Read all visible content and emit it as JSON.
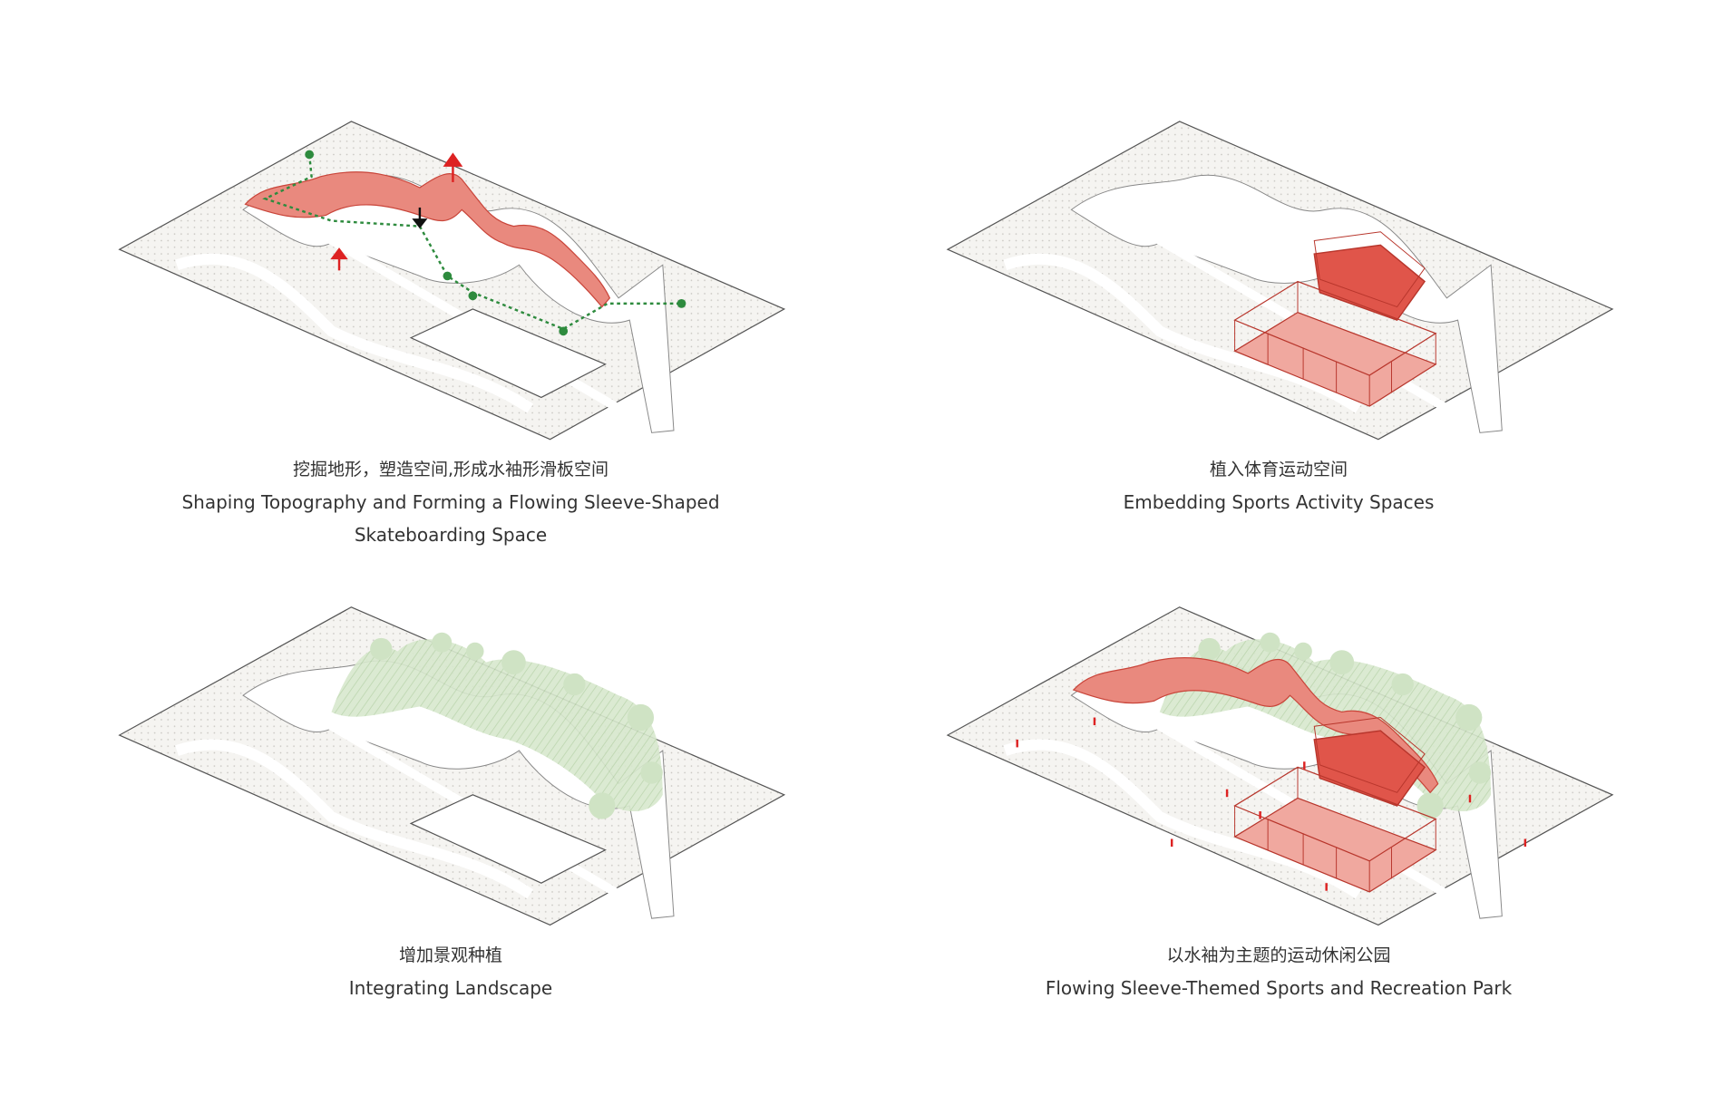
{
  "colors": {
    "accent_red": "#e0554a",
    "light_red": "#f2c4bd",
    "green_path": "#2e8b3e",
    "vegetation": "#cfe3c4",
    "ground": "#f4f2ee",
    "outline": "#555555"
  },
  "panels": [
    {
      "id": "topography",
      "caption_zh": "挖掘地形，塑造空间,形成水袖形滑板空间",
      "caption_en": "Shaping Topography and Forming a Flowing Sleeve-Shaped",
      "caption_en_2": "Skateboarding Space"
    },
    {
      "id": "sports",
      "caption_zh": "植入体育运动空间",
      "caption_en": "Embedding Sports Activity Spaces"
    },
    {
      "id": "landscape",
      "caption_zh": "增加景观种植",
      "caption_en": "Integrating Landscape"
    },
    {
      "id": "park",
      "caption_zh": "以水袖为主题的运动休闲公园",
      "caption_en": "Flowing Sleeve-Themed Sports and Recreation Park"
    }
  ]
}
